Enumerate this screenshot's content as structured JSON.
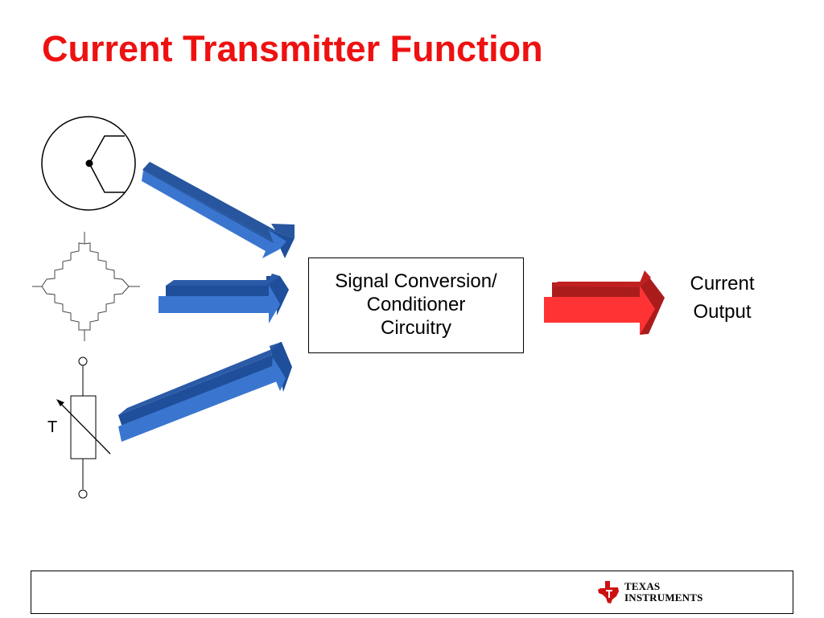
{
  "slide": {
    "title": "Current Transmitter Function"
  },
  "diagram": {
    "conversion_box": {
      "line1": "Signal Conversion/",
      "line2": "Conditioner",
      "line3": "Circuitry"
    },
    "output_label": {
      "line1": "Current",
      "line2": "Output"
    },
    "thermistor_label": "T",
    "colors": {
      "title": "#ee1111",
      "input_arrow": "#3a76d0",
      "input_arrow_dark": "#1f4f9a",
      "output_arrow": "#ff3333",
      "output_arrow_dark": "#aa1c1c"
    },
    "icons": [
      "pressure-gauge-icon",
      "bridge-sensor-icon",
      "thermistor-icon"
    ]
  },
  "footer": {
    "logo": {
      "line1": "TEXAS",
      "line2": "INSTRUMENTS"
    }
  }
}
